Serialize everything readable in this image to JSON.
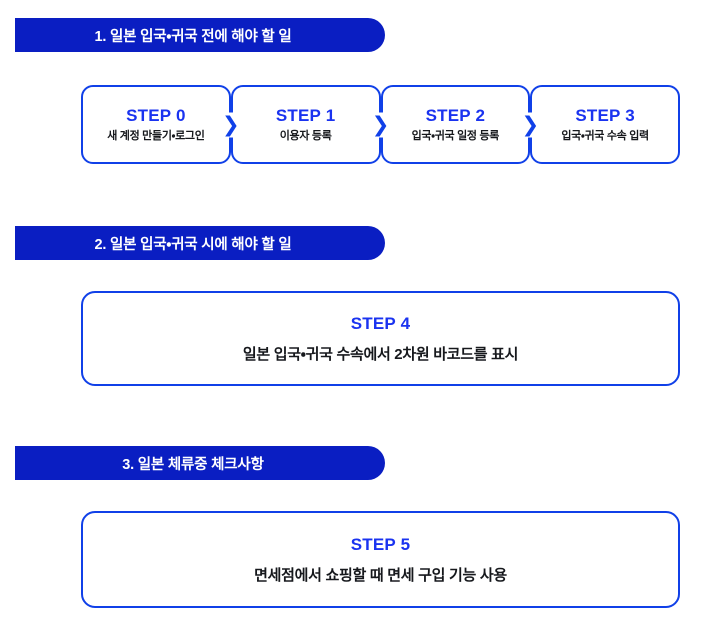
{
  "colors": {
    "header_bar": "#0a1ec2",
    "header_text": "#ffffff",
    "box_border": "#1040e8",
    "step_title": "#1a33f0",
    "step_subtitle": "#16181c",
    "chevron": "#1040e8",
    "background": "#ffffff"
  },
  "sections": [
    {
      "id": "section-1",
      "header": "1. 일본 입국・귀국 전에 해야 할 일",
      "steps": [
        {
          "title": "STEP 0",
          "subtitle": "새 계정 만들기・로그인"
        },
        {
          "title": "STEP 1",
          "subtitle": "이용자 등록"
        },
        {
          "title": "STEP 2",
          "subtitle": "입국・귀국 일정 등록"
        },
        {
          "title": "STEP 3",
          "subtitle": "입국・귀국 수속 입력"
        }
      ],
      "separator_icon": "chevron-right-icon",
      "separator_glyph": "❯"
    },
    {
      "id": "section-2",
      "header": "2. 일본 입국・귀국 시에 해야 할 일",
      "steps": [
        {
          "title": "STEP 4",
          "subtitle": "일본 입국・귀국 수속에서 2차원 바코드를 표시"
        }
      ]
    },
    {
      "id": "section-3",
      "header": "3. 일본 체류중 체크사항",
      "steps": [
        {
          "title": "STEP 5",
          "subtitle": "면세점에서 쇼핑할 때 면세 구입 기능 사용"
        }
      ]
    }
  ]
}
